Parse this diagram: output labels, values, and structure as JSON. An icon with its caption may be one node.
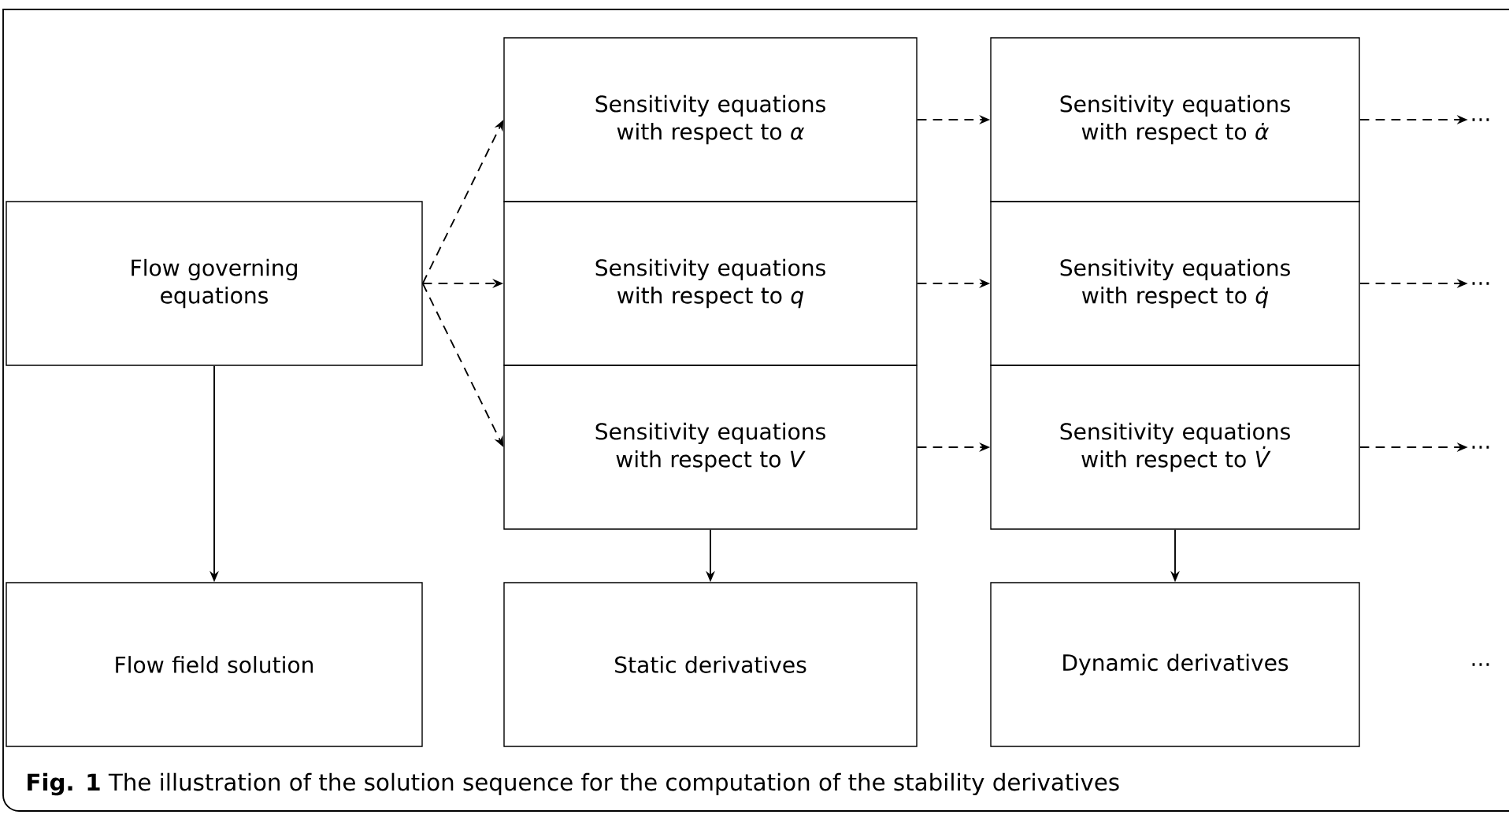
{
  "diagram": {
    "caption": "**Fig. 1** The illustration of the solution sequence for the computation of the stability derivatives",
    "nodes": [
      {
        "text": [
          "Flow governing equations"
        ]
      },
      {
        "text": [
          "Sensitivity equations with respect to *α*"
        ]
      },
      {
        "text": [
          "Sensitivity equations with respect to *α̇*"
        ]
      },
      {
        "text": [
          "..."
        ]
      },
      {
        "text": [
          "Sensitivity equations with respect to *q*"
        ]
      },
      {
        "text": [
          "Sensitivity equations with respect to *q̇*"
        ]
      },
      {
        "text": [
          "..."
        ]
      },
      {
        "text": [
          "Sensitivity equations with respect to *V*"
        ]
      },
      {
        "text": [
          "Sensitivity equations with respect to *V̇*"
        ]
      },
      {
        "text": [
          "..."
        ]
      },
      {
        "text": [
          "Flow field solution"
        ]
      },
      {
        "text": [
          "Static derivatives"
        ]
      },
      {
        "text": [
          "Dynamic derivatives"
        ]
      },
      {
        "text": [
          "..."
        ]
      }
    ],
    "edges": [
      {
        "from": 0,
        "to": 1,
        "arrow": "to",
        "style": "dashed"
      },
      {
        "from": 0,
        "to": 4,
        "arrow": "to",
        "style": "dashed"
      },
      {
        "from": 0,
        "to": 7,
        "arrow": "to",
        "style": "dashed"
      },
      {
        "from": 1,
        "to": 2,
        "arrow": "to",
        "style": "dashed"
      },
      {
        "from": 4,
        "to": 5,
        "arrow": "to",
        "style": "dashed"
      },
      {
        "from": 7,
        "to": 8,
        "arrow": "to",
        "style": "dashed"
      },
      {
        "from": 2,
        "to": 3,
        "arrow": "to",
        "style": "dashed"
      },
      {
        "from": 5,
        "to": 6,
        "arrow": "to",
        "style": "dashed"
      },
      {
        "from": 8,
        "to": 9,
        "arrow": "to",
        "style": "dashed"
      },
      {
        "from": 0,
        "to": 10,
        "arrow": "to"
      },
      {
        "from": 7,
        "to": 11,
        "arrow": "to"
      },
      {
        "from": 8,
        "to": 12,
        "arrow": "to"
      }
    ]
  }
}
